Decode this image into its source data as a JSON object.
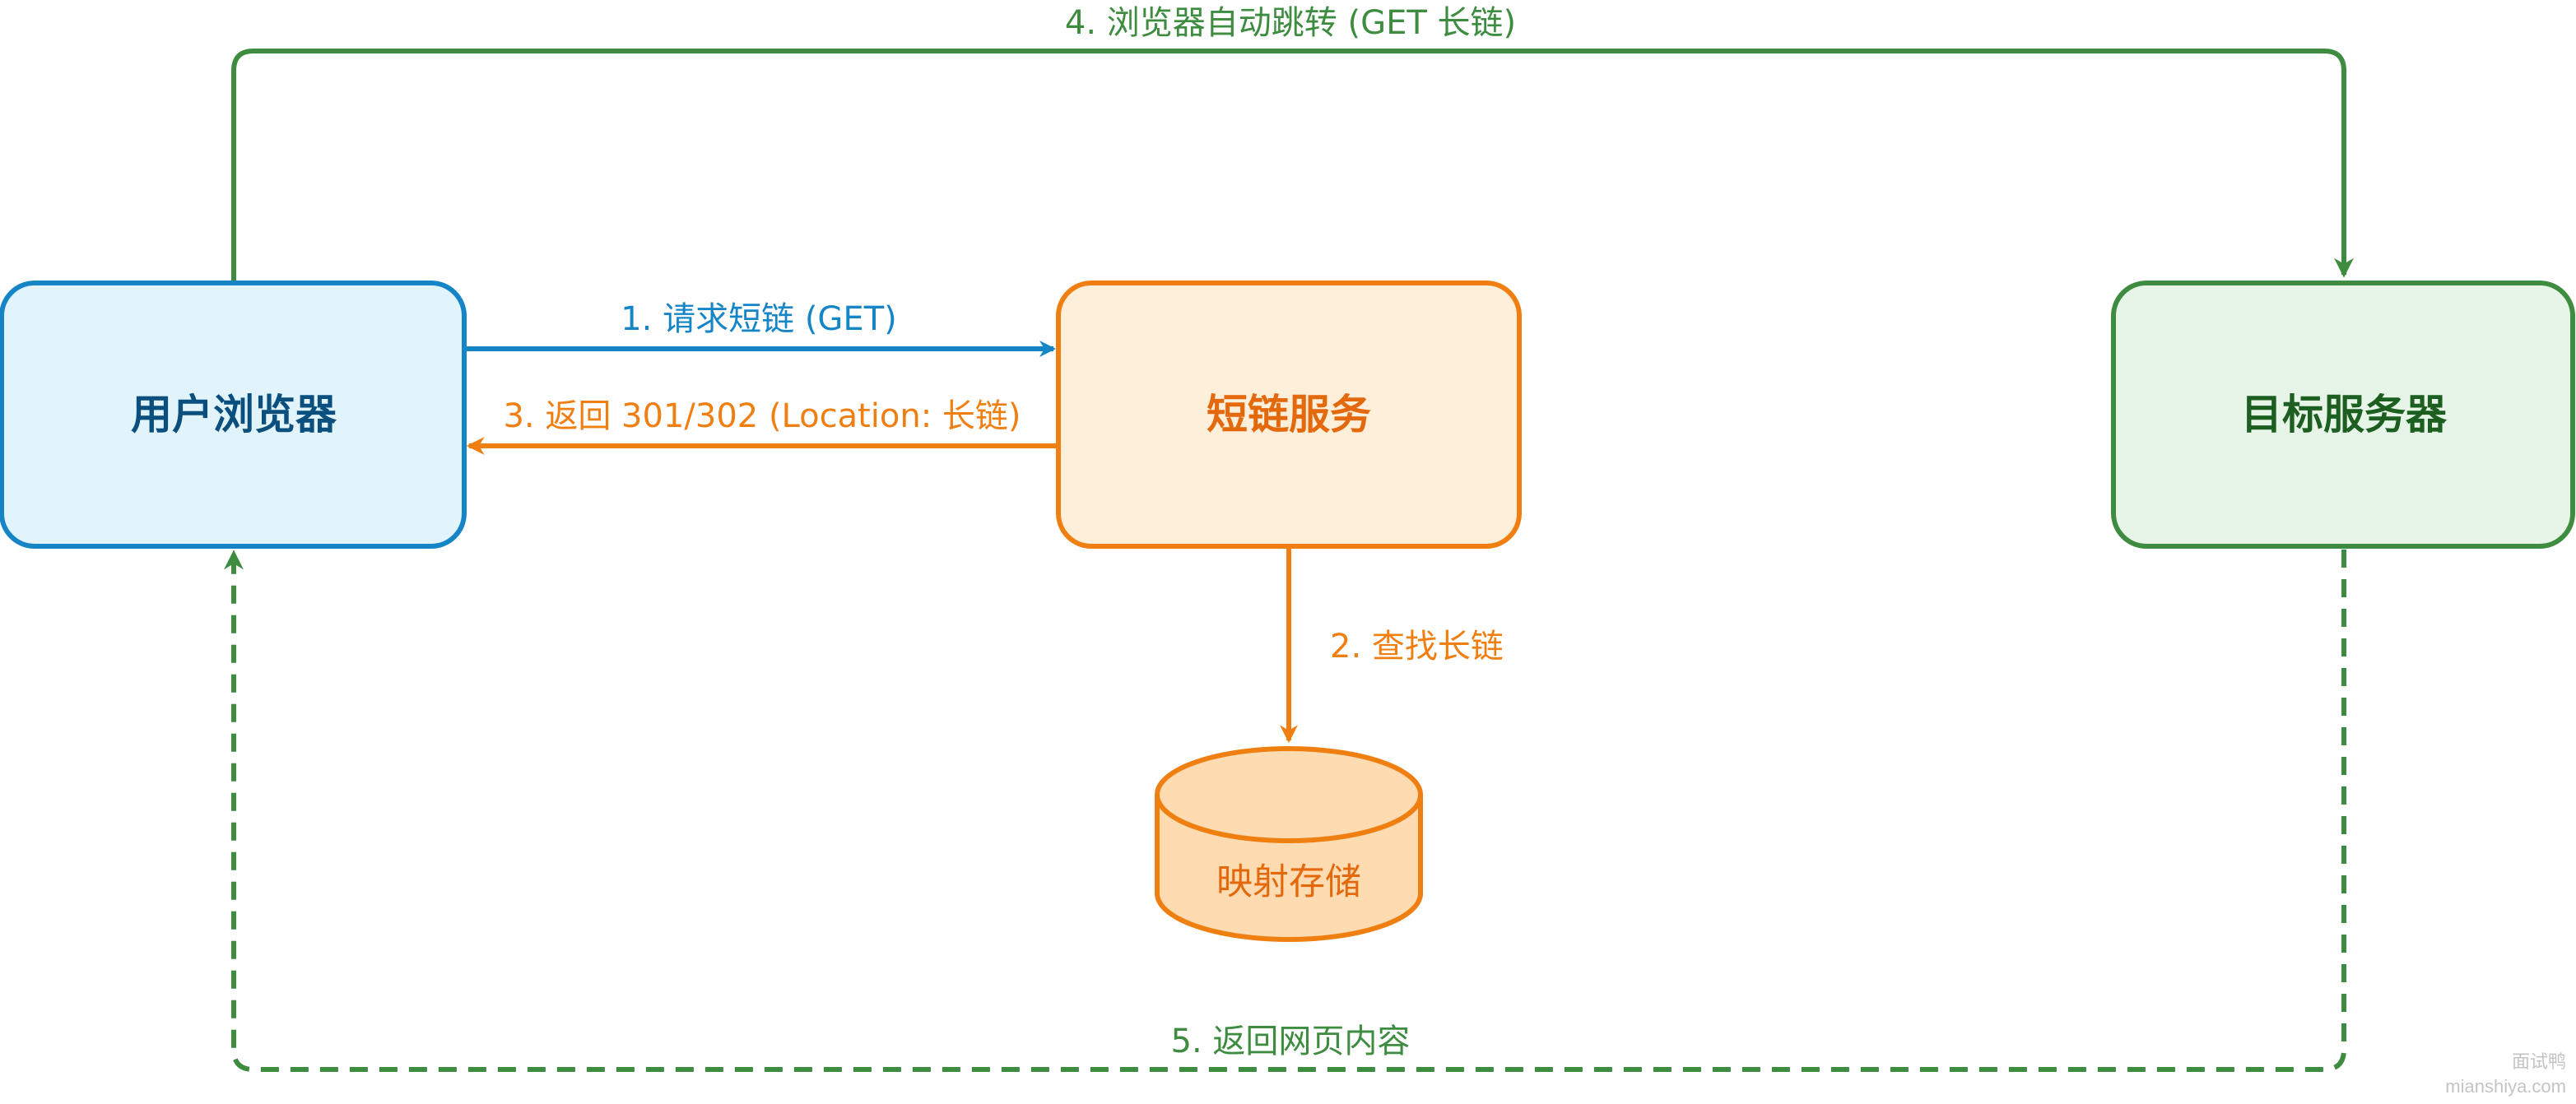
{
  "nodes": {
    "browser": {
      "label": "用户浏览器"
    },
    "shortlink_service": {
      "label": "短链服务"
    },
    "target_server": {
      "label": "目标服务器"
    },
    "mapping_store": {
      "label": "映射存储"
    }
  },
  "edges": {
    "request": {
      "label": "1. 请求短链 (GET)"
    },
    "lookup": {
      "label": "2. 查找长链"
    },
    "redirect_response": {
      "label": "3. 返回 301/302 (Location: 长链)"
    },
    "auto_redirect": {
      "label": "4. 浏览器自动跳转 (GET 长链)"
    },
    "page_response": {
      "label": "5. 返回网页内容"
    }
  },
  "watermark": {
    "line1": "面试鸭",
    "line2": "mianshiya.com"
  },
  "colors": {
    "blue": "#1585c6",
    "blue_fill": "#e1f4fc",
    "blue_text": "#0b4f7e",
    "orange": "#f07f12",
    "orange_fill": "#feefdb",
    "orange_text": "#e3690c",
    "store_fill": "#fedbb1",
    "green": "#3d8c3f",
    "green_fill": "#e6f5e7",
    "green_text": "#1d5e21"
  }
}
